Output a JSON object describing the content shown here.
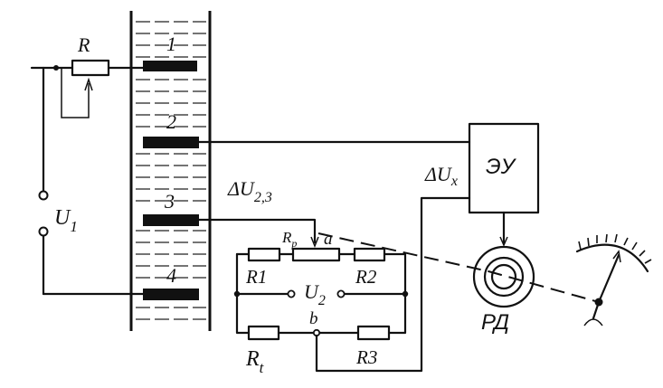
{
  "labels": {
    "R": "R",
    "electrode_1": "1",
    "electrode_2": "2",
    "electrode_3": "3",
    "electrode_4": "4",
    "U1_main": "U",
    "U1_sub": "1",
    "dU23_main": "ΔU",
    "dU23_sub": "2,3",
    "dUx_main": "ΔU",
    "dUx_sub": "x",
    "EU": "ЭУ",
    "RD": "РД",
    "Rp_main": "R",
    "Rp_sub": "p",
    "a": "a",
    "b": "b",
    "R1": "R1",
    "R2": "R2",
    "R3": "R3",
    "Rt_main": "R",
    "Rt_sub": "t",
    "U2_main": "U",
    "U2_sub": "2"
  }
}
